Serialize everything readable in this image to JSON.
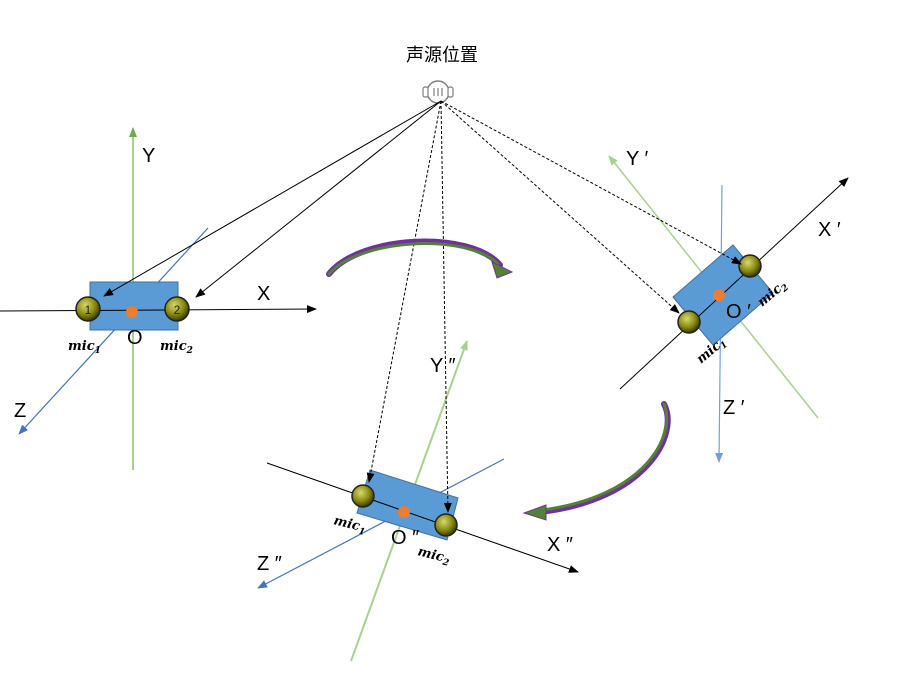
{
  "title": "声源位置",
  "colors": {
    "y_axis": "#70ad47",
    "y_axis_light": "#a9d18e",
    "z_axis": "#4472c4",
    "board": "#5b9bd5",
    "board_stroke": "#41719c",
    "origin": "#ed7d31",
    "mic_fill": "#7f7f00",
    "rotate_arrow_outer": "#7030a0",
    "rotate_arrow_inner": "#548235"
  },
  "frames": [
    {
      "id": "original",
      "x_label": "X",
      "y_label": "Y",
      "z_label": "Z",
      "origin_label": "O",
      "mic1": {
        "name": "mic",
        "sub": "1",
        "num": "1"
      },
      "mic2": {
        "name": "mic",
        "sub": "2",
        "num": "2"
      }
    },
    {
      "id": "rotated-1",
      "x_label": "X ′",
      "y_label": "Y ′",
      "z_label": "Z ′",
      "origin_label": "O ′",
      "mic1": {
        "name": "mic",
        "sub": "1"
      },
      "mic2": {
        "name": "mic",
        "sub": "2"
      }
    },
    {
      "id": "rotated-2",
      "x_label": "X ″",
      "y_label": "Y ″",
      "z_label": "Z ″",
      "origin_label": "O ″",
      "mic1": {
        "name": "mic",
        "sub": "1"
      },
      "mic2": {
        "name": "mic",
        "sub": "2"
      }
    }
  ]
}
